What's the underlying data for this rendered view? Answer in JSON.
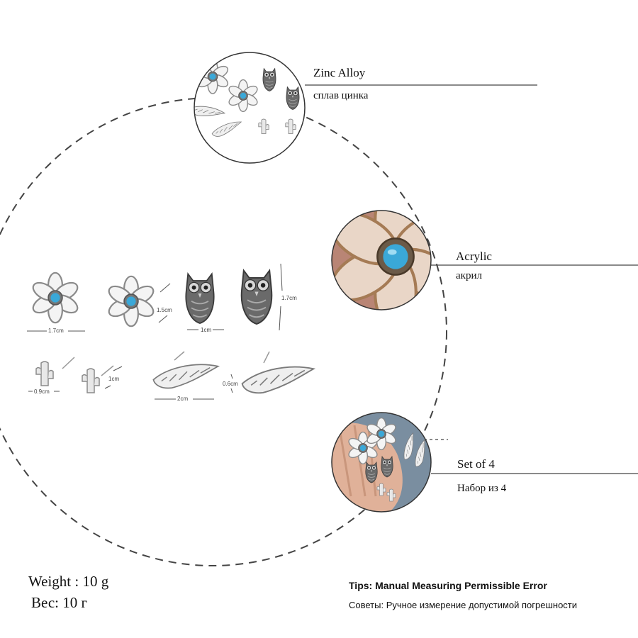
{
  "materials": [
    {
      "en": "Zinc Alloy",
      "ru": "сплав цинка"
    },
    {
      "en": "Acrylic",
      "ru": "акрил"
    },
    {
      "en": "Set of 4",
      "ru": "Набор из 4"
    }
  ],
  "dimensions": {
    "flower_width": "1.7cm",
    "flower_height": "1.5cm",
    "owl_width": "1cm",
    "owl_height": "1.7cm",
    "cactus_width": "0.9cm",
    "cactus_height": "1cm",
    "wing_width": "2cm",
    "wing_height": "0.6cm"
  },
  "weight": {
    "en": "Weight : 10 g",
    "ru": "Вес: 10 г"
  },
  "tips": {
    "en": "Tips: Manual Measuring Permissible Error",
    "ru": "Советы: Ручное измерение допустимой погрешности"
  },
  "colors": {
    "turquoise": "#3aa8d8",
    "silver": "#8a8a8a",
    "dark_silver": "#4a4a4a",
    "skin": "#d9a58a"
  }
}
